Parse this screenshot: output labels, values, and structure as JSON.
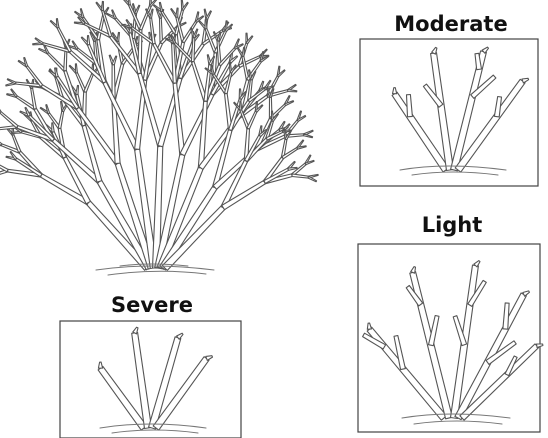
{
  "panels": {
    "unpruned": {
      "label": ""
    },
    "moderate": {
      "label": "Moderate"
    },
    "light": {
      "label": "Light"
    },
    "severe": {
      "label": "Severe"
    }
  },
  "colors": {
    "stem_outline": "#555555",
    "stem_fill": "#ffffff",
    "frame": "#444444",
    "text": "#111111"
  }
}
